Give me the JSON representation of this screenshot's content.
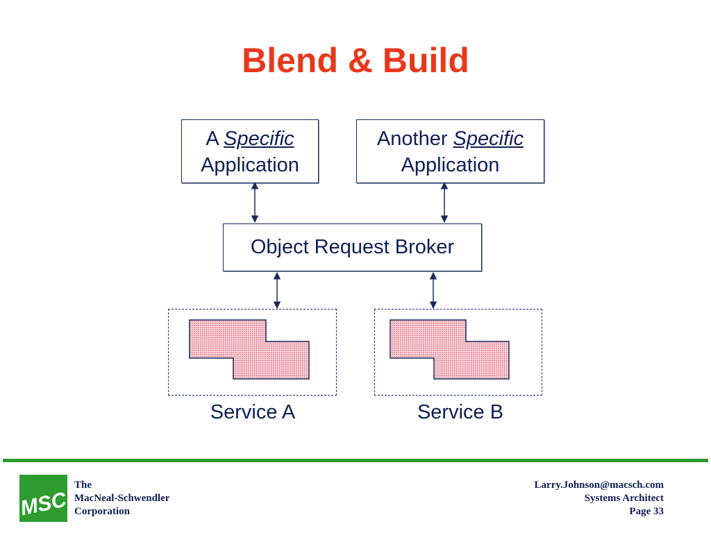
{
  "slide": {
    "title": "Blend & Build"
  },
  "diagram": {
    "app_a": {
      "line1_prefix": "A ",
      "line1_emphasis": "Specific",
      "line2": "Application"
    },
    "app_b": {
      "line1_prefix": "Another ",
      "line1_emphasis": "Specific",
      "line2": "Application"
    },
    "broker": {
      "label": "Object Request Broker"
    },
    "service_a": {
      "label": "Service A"
    },
    "service_b": {
      "label": "Service B"
    }
  },
  "footer": {
    "corp_lines": [
      "The",
      "MacNeal-Schwendler",
      "Corporation"
    ],
    "logo_text": "MSC",
    "email": "Larry.Johnson@macsch.com",
    "role": "Systems Architect",
    "page": "Page 33"
  },
  "colors": {
    "title": "#e8381c",
    "text": "#0f1e55",
    "accent_green": "#2e9c2e",
    "service_fill": "#f4b6c0"
  }
}
